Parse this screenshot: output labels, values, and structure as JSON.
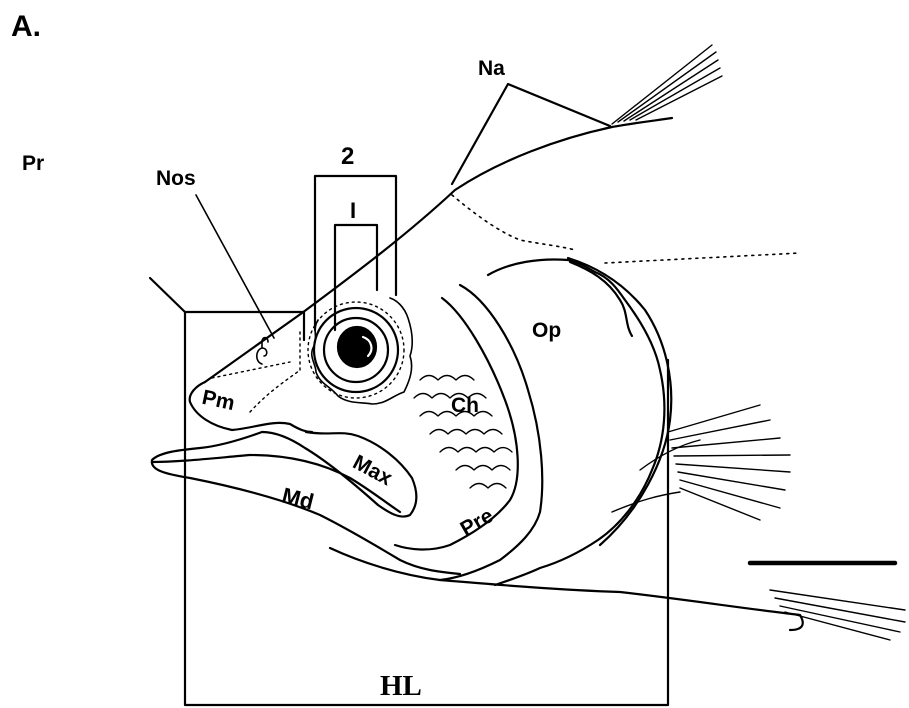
{
  "panel_label": "A.",
  "labels": {
    "pr": "Pr",
    "na": "Na",
    "nos": "Nos",
    "two": "2",
    "one": "I",
    "op": "Op",
    "ch": "Ch",
    "pm": "Pm",
    "max": "Max",
    "md": "Md",
    "pre": "Pre",
    "hl": "HL"
  }
}
